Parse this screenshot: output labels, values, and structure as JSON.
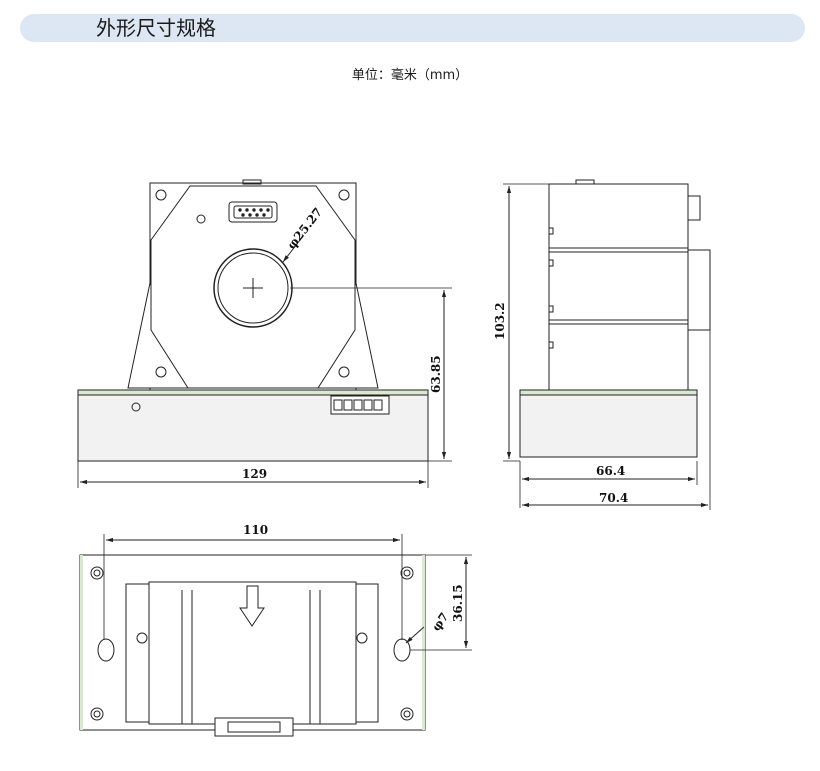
{
  "header": {
    "title": "外形尺寸规格"
  },
  "unit_label": "单位：毫米（mm）",
  "front_view": {
    "diameter_label": "φ25.27",
    "height_label": "63.85",
    "width_label": "129"
  },
  "side_view": {
    "height_label": "103.2",
    "inner_width_label": "66.4",
    "outer_width_label": "70.4"
  },
  "bottom_view": {
    "hole_spacing_label": "110",
    "hole_diameter_label": "φ7",
    "offset_label": "36.15"
  },
  "colors": {
    "header_bg": "#dde6f3",
    "base_fill": "#f2f2f2",
    "base_top": "#dbe8d2",
    "line": "#222222"
  }
}
